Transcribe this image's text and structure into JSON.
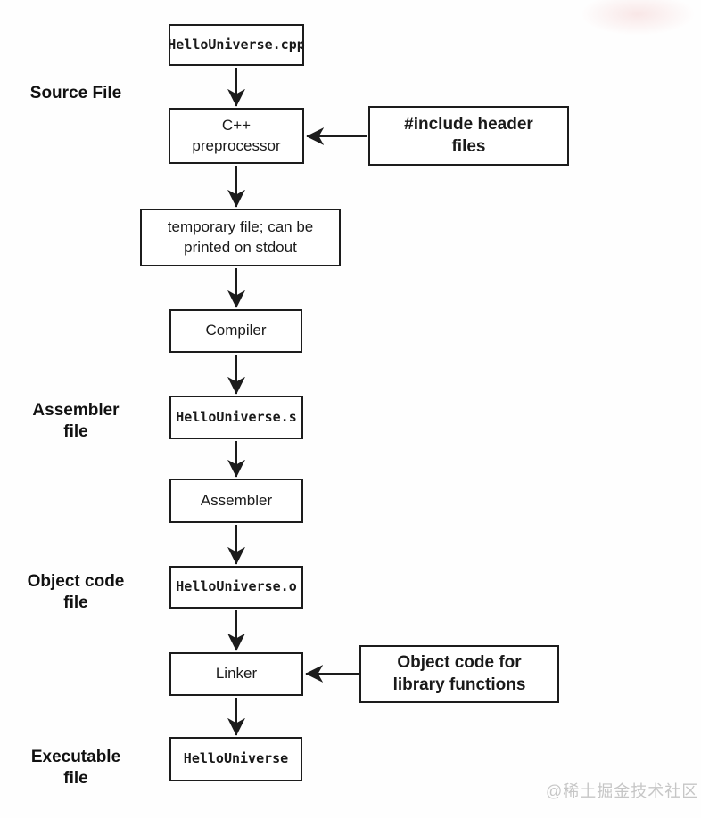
{
  "diagram": {
    "nodes": {
      "cpp_file": "HelloUniverse.cpp",
      "preprocessor": "C++\npreprocessor",
      "include_headers": "#include header\nfiles",
      "temp_file": "temporary file; can be\nprinted on stdout",
      "compiler": "Compiler",
      "asm_file": "HelloUniverse.s",
      "assembler": "Assembler",
      "obj_file": "HelloUniverse.o",
      "linker": "Linker",
      "lib_objects": "Object code for\nlibrary functions",
      "exe_file": "HelloUniverse"
    },
    "side_labels": {
      "source": "Source File",
      "assembler": "Assembler\nfile",
      "object": "Object code\nfile",
      "executable": "Executable\nfile"
    },
    "colors": {
      "line": "#1c1c1c",
      "box_background": "#ffffff",
      "page_background": "#fefefe",
      "watermark": "#c6c6c6"
    },
    "watermark": {
      "text": "@稀土掘金技术社区"
    }
  }
}
